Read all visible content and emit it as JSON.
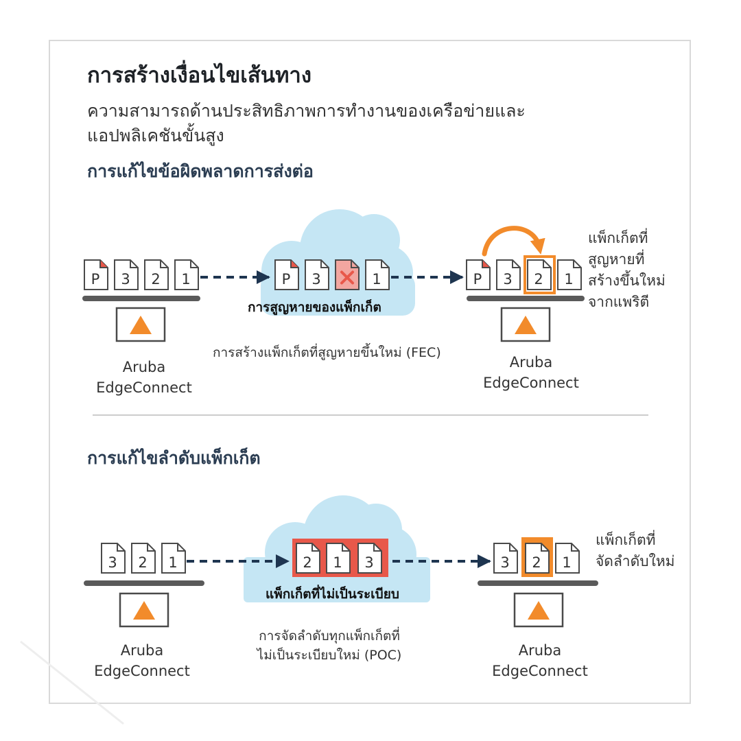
{
  "header": {
    "title": "การสร้างเงื่อนไขเส้นทาง",
    "subtitle": "ความสามารถด้านประสิทธิภาพการทำงานของเครือข่ายและแอปพลิเคชันขั้นสูง"
  },
  "fec": {
    "title": "การแก้ไขข้อผิดพลาดการส่งต่อ",
    "cloud_label": "การสูญหายของแพ็กเก็ต",
    "caption": "การสร้างแพ็กเก็ตที่สูญหายขึ้นใหม่ (FEC)",
    "left_device": {
      "line1": "Aruba",
      "line2": "EdgeConnect"
    },
    "right_device": {
      "line1": "Aruba",
      "line2": "EdgeConnect"
    },
    "side_note": [
      "แพ็กเก็ตที่",
      "สูญหายที่",
      "สร้างขึ้นใหม่",
      "จากแพริตี"
    ],
    "left_packets": [
      "P",
      "3",
      "2",
      "1"
    ],
    "cloud_packets": [
      "P",
      "3",
      "",
      "1"
    ],
    "right_packets": [
      "P",
      "3",
      "2",
      "1"
    ]
  },
  "poc": {
    "title": "การแก้ไขลำดับแพ็กเก็ต",
    "cloud_label": "แพ็กเก็ตที่ไม่เป็นระเบียบ",
    "caption": [
      "การจัดลำดับทุกแพ็กเก็ตที่",
      "ไม่เป็นระเบียบใหม่ (POC)"
    ],
    "left_device": {
      "line1": "Aruba",
      "line2": "EdgeConnect"
    },
    "right_device": {
      "line1": "Aruba",
      "line2": "EdgeConnect"
    },
    "side_note": [
      "แพ็กเก็ตที่",
      "จัดลำดับใหม่"
    ],
    "left_packets": [
      "3",
      "2",
      "1"
    ],
    "cloud_packets": [
      "2",
      "1",
      "3"
    ],
    "right_packets": [
      "3",
      "2",
      "1"
    ]
  },
  "colors": {
    "accent_orange": "#f28b2b",
    "loss_red": "#e8584a",
    "cloud": "#c5e6f4",
    "arrow": "#1e3550",
    "packet_stroke": "#4a4a4a",
    "divider": "#cccccc"
  },
  "icons": {
    "device": "triangle-warning-icon",
    "lost_packet": "x-mark-icon",
    "packet": "document-icon"
  }
}
